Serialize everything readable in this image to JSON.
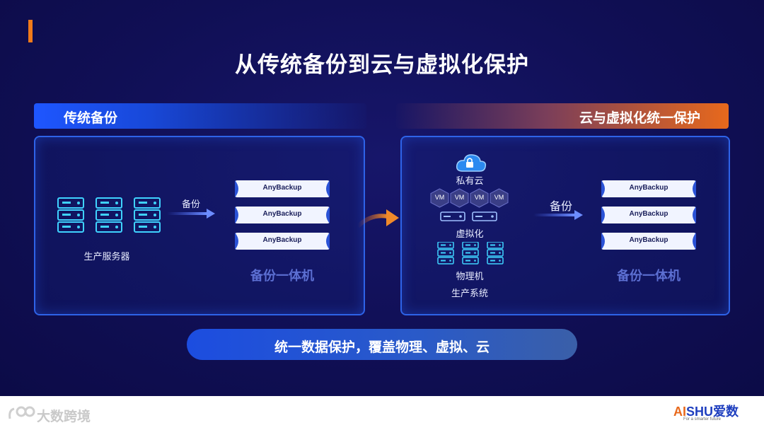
{
  "title": "从传统备份到云与虚拟化保护",
  "left": {
    "header": "传统备份",
    "servers_label": "生产服务器",
    "arrow_label": "备份",
    "appliance_bars": [
      "AnyBackup",
      "AnyBackup",
      "AnyBackup"
    ],
    "appliance_label": "备份一体机"
  },
  "right": {
    "header": "云与虚拟化统一保护",
    "private_cloud_label": "私有云",
    "vms": [
      "VM",
      "VM",
      "VM",
      "VM"
    ],
    "virtualization_label": "虚拟化",
    "physical_label": "物理机",
    "production_label": "生产系统",
    "arrow_label": "备份",
    "appliance_bars": [
      "AnyBackup",
      "AnyBackup",
      "AnyBackup"
    ],
    "appliance_label": "备份一体机"
  },
  "banner": "统一数据保护，覆盖物理、虚拟、云",
  "footer": {
    "watermark": "大数跨境",
    "brand_accent": "AI",
    "brand_rest": "SHU爱数",
    "tagline": "For a smarter future"
  },
  "colors": {
    "background": "#100f55",
    "accent_orange": "#e8691c",
    "accent_blue": "#1e56ff",
    "panel_border": "#2e63e8"
  }
}
